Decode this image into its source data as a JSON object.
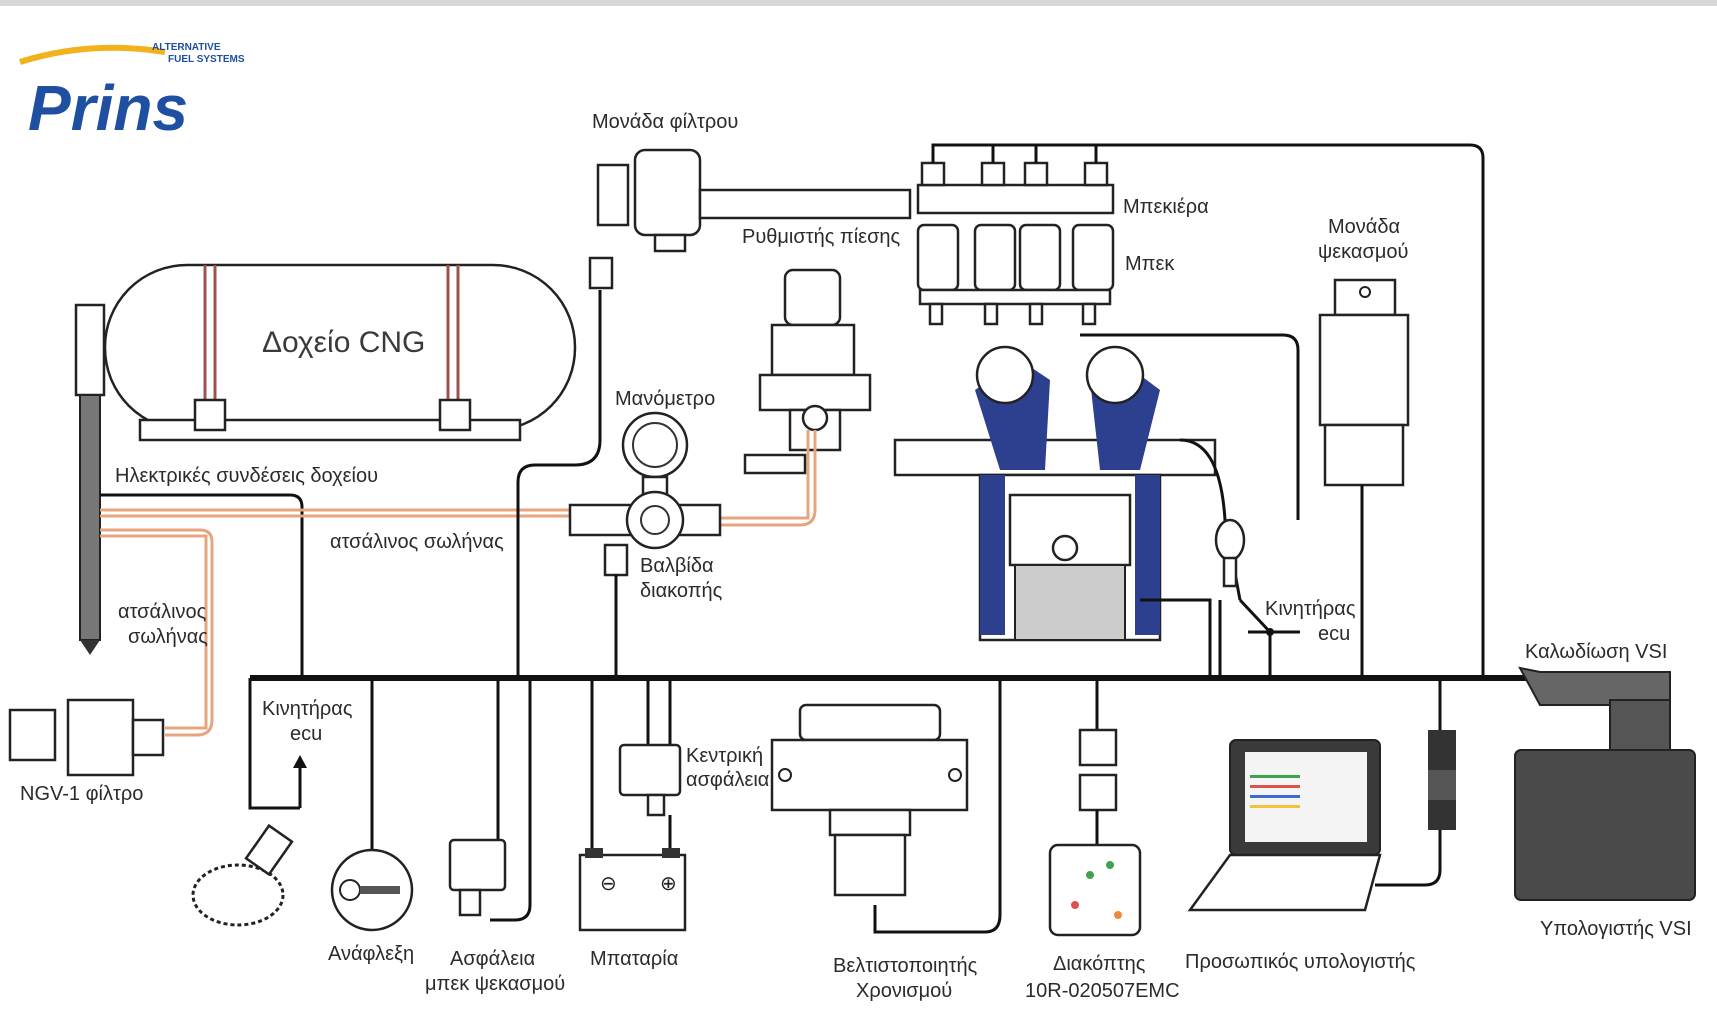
{
  "logo": {
    "brand": "Prins",
    "tagline_line1": "ALTERNATIVE",
    "tagline_line2": "FUEL SYSTEMS"
  },
  "labels": {
    "filter_unit": "Μονάδα φίλτρου",
    "pressure_regulator": "Ρυθμιστής πίεσης",
    "rail": "Μπεκιέρα",
    "injector": "Μπεκ",
    "injection_unit_line1": "Μονάδα",
    "injection_unit_line2": "ψεκασμού",
    "cng_tank": "Δοχείο CNG",
    "manometer": "Μανόμετρο",
    "tank_electrical": "Ηλεκτρικές συνδέσεις δοχείου",
    "steel_pipe_1": "ατσάλινος σωλήνας",
    "steel_pipe_2_line1": "ατσάλινος",
    "steel_pipe_2_line2": "σωλήνας",
    "shutoff_valve_line1": "Βαλβίδα",
    "shutoff_valve_line2": "διακοπής",
    "engine_ecu_right_line1": "Κινητήρας",
    "engine_ecu_right_line2": "ecu",
    "vsi_wiring": "Καλωδίωση VSI",
    "ngv_filter": "NGV-1 φίλτρο",
    "engine_ecu_left_line1": "Κινητήρας",
    "engine_ecu_left_line2": "ecu",
    "main_fuse_line1": "Κεντρική",
    "main_fuse_line2": "ασφάλεια",
    "ignition": "Ανάφλεξη",
    "injector_fuse_line1": "Ασφάλεια",
    "injector_fuse_line2": "μπεκ ψεκασμού",
    "battery": "Μπαταρία",
    "timing_optimizer_line1": "Βελτιστοποιητής",
    "timing_optimizer_line2": "Χρονισμού",
    "switch_line1": "Διακόπτης",
    "switch_line2": "10R-020507EMC",
    "personal_computer": "Προσωπικός υπολογιστής",
    "vsi_computer": "Υπολογιστής VSI"
  },
  "colors": {
    "logo_blue": "#1f4fa0",
    "logo_swoosh": "#f2b21b",
    "steel_pipe": "#e7a57f",
    "engine_blue": "#2d3f8f"
  }
}
